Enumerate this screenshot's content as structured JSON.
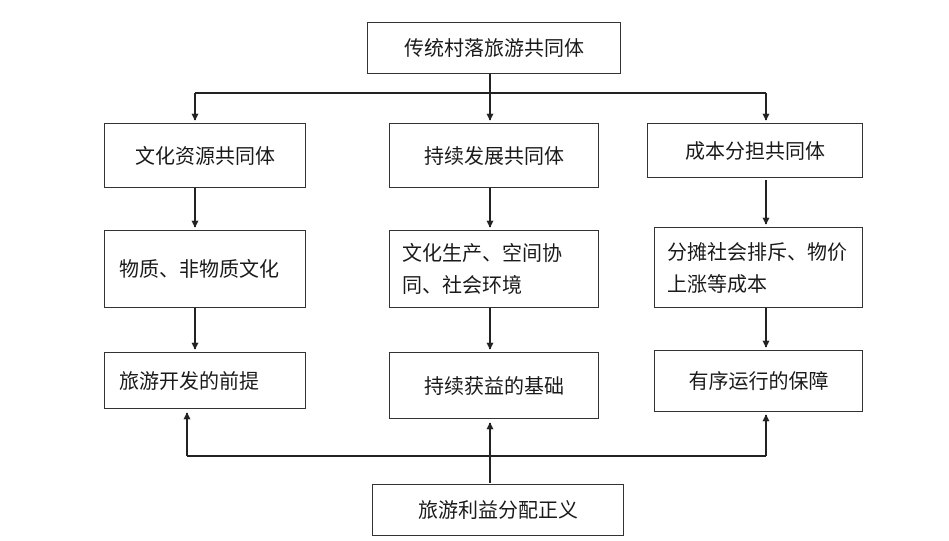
{
  "diagram": {
    "root": "传统村落旅游共同体",
    "columns": [
      {
        "community": "文化资源共同体",
        "content": "物质、非物质文化",
        "role": "旅游开发的前提"
      },
      {
        "community": "持续发展共同体",
        "content": "文化生产、空间协同、社会环境",
        "role": "持续获益的基础"
      },
      {
        "community": "成本分担共同体",
        "content": "分摊社会排斥、物价上涨等成本",
        "role": "有序运行的保障"
      }
    ],
    "bottom": "旅游利益分配正义"
  }
}
